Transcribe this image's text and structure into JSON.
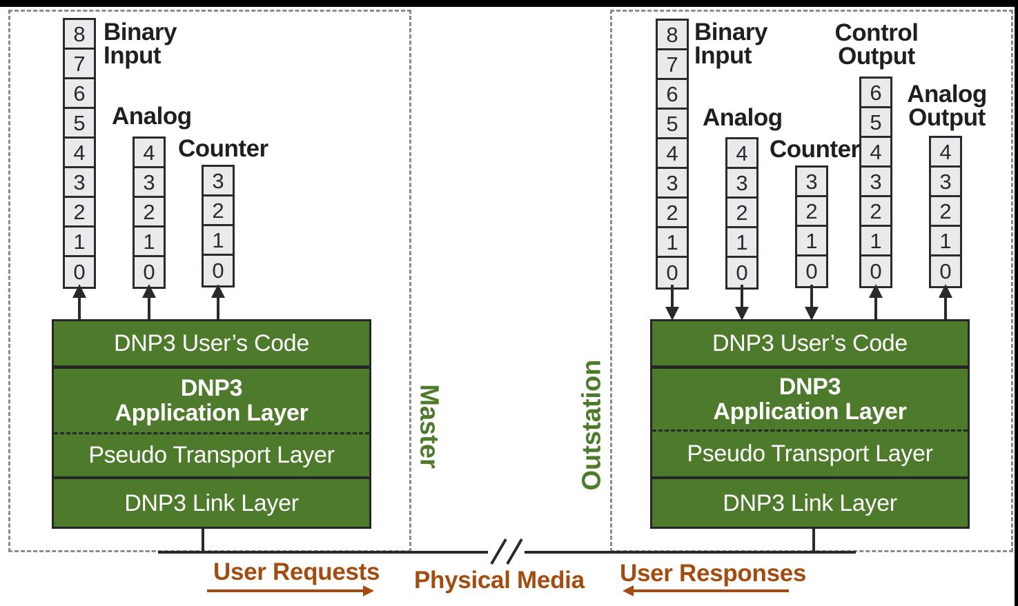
{
  "colors": {
    "layer_green": "#4e7a2c",
    "label_green": "#4e7a2c",
    "orange": "#a24c10",
    "register_fill": "#e9eaec"
  },
  "master": {
    "side_label": "Master",
    "registers": {
      "binary_input": {
        "label": "Binary\nInput",
        "cells": [
          "8",
          "7",
          "6",
          "5",
          "4",
          "3",
          "2",
          "1",
          "0"
        ]
      },
      "analog": {
        "label": "Analog",
        "cells": [
          "4",
          "3",
          "2",
          "1",
          "0"
        ]
      },
      "counter": {
        "label": "Counter",
        "cells": [
          "3",
          "2",
          "1",
          "0"
        ]
      }
    },
    "stack": {
      "user_code": "DNP3 User’s Code",
      "app_layer_line1": "DNP3",
      "app_layer_line2": "Application Layer",
      "transport": "Pseudo Transport Layer",
      "link": "DNP3 Link Layer"
    }
  },
  "outstation": {
    "side_label": "Outstation",
    "registers": {
      "binary_input": {
        "label": "Binary\nInput",
        "cells": [
          "8",
          "7",
          "6",
          "5",
          "4",
          "3",
          "2",
          "1",
          "0"
        ]
      },
      "analog": {
        "label": "Analog",
        "cells": [
          "4",
          "3",
          "2",
          "1",
          "0"
        ]
      },
      "counter": {
        "label": "Counter",
        "cells": [
          "3",
          "2",
          "1",
          "0"
        ]
      },
      "control_output": {
        "label": "Control\nOutput",
        "cells": [
          "6",
          "5",
          "4",
          "3",
          "2",
          "1",
          "0"
        ]
      },
      "analog_output": {
        "label": "Analog\nOutput",
        "cells": [
          "4",
          "3",
          "2",
          "1",
          "0"
        ]
      }
    },
    "stack": {
      "user_code": "DNP3 User’s Code",
      "app_layer_line1": "DNP3",
      "app_layer_line2": "Application Layer",
      "transport": "Pseudo Transport Layer",
      "link": "DNP3 Link Layer"
    }
  },
  "bottom": {
    "user_requests": "User Requests",
    "physical_media": "Physical Media",
    "user_responses": "User Responses"
  }
}
